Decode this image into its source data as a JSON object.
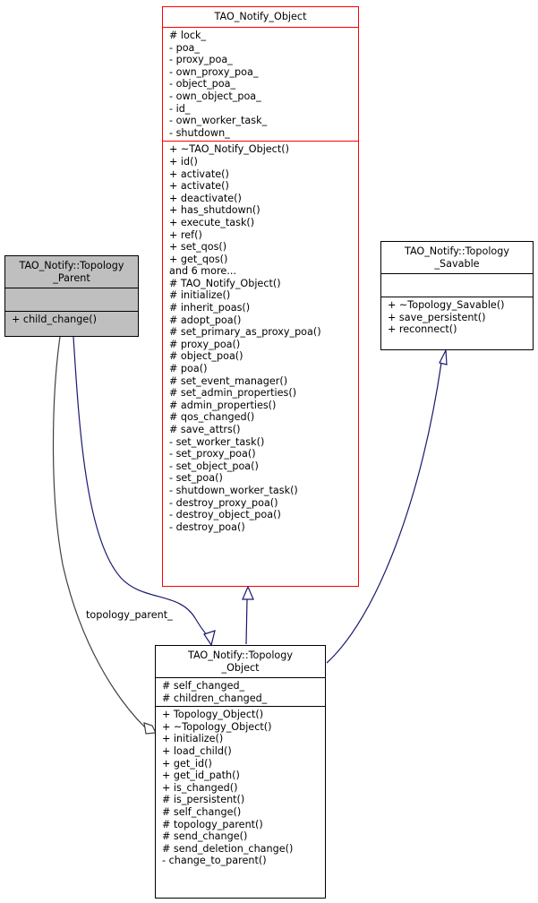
{
  "classes": {
    "notify_object": {
      "name": "TAO_Notify_Object",
      "attributes": [
        "# lock_",
        "- poa_",
        "- proxy_poa_",
        "- own_proxy_poa_",
        "- object_poa_",
        "- own_object_poa_",
        "- id_",
        "- own_worker_task_",
        "- shutdown_"
      ],
      "methods": [
        "+ ~TAO_Notify_Object()",
        "+ id()",
        "+ activate()",
        "+ activate()",
        "+ deactivate()",
        "+ has_shutdown()",
        "+ execute_task()",
        "+ ref()",
        "+ set_qos()",
        "+ get_qos()",
        "and 6 more...",
        "# TAO_Notify_Object()",
        "# initialize()",
        "# inherit_poas()",
        "# adopt_poa()",
        "# set_primary_as_proxy_poa()",
        "# proxy_poa()",
        "# object_poa()",
        "# poa()",
        "# set_event_manager()",
        "# set_admin_properties()",
        "# admin_properties()",
        "# qos_changed()",
        "# save_attrs()",
        "- set_worker_task()",
        "- set_proxy_poa()",
        "- set_object_poa()",
        "- set_poa()",
        "- shutdown_worker_task()",
        "- destroy_proxy_poa()",
        "- destroy_object_poa()",
        "- destroy_poa()"
      ]
    },
    "topology_parent": {
      "name_line1": "TAO_Notify::Topology",
      "name_line2": "_Parent",
      "attributes": [],
      "methods": [
        "+ child_change()"
      ]
    },
    "topology_savable": {
      "name_line1": "TAO_Notify::Topology",
      "name_line2": "_Savable",
      "attributes": [],
      "methods": [
        "+ ~Topology_Savable()",
        "+ save_persistent()",
        "+ reconnect()"
      ]
    },
    "topology_object": {
      "name_line1": "TAO_Notify::Topology",
      "name_line2": "_Object",
      "attributes": [
        "# self_changed_",
        "# children_changed_"
      ],
      "methods": [
        "+ Topology_Object()",
        "+ ~Topology_Object()",
        "+ initialize()",
        "+ load_child()",
        "+ get_id()",
        "+ get_id_path()",
        "+ is_changed()",
        "# is_persistent()",
        "# self_change()",
        "# topology_parent()",
        "# send_change()",
        "# send_deletion_change()",
        "- change_to_parent()"
      ]
    }
  },
  "edges": {
    "aggregation_label": "topology_parent_"
  },
  "colors": {
    "inheritance_edge": "#191970",
    "aggregation_edge": "#404040",
    "highlight_border": "#ff0000",
    "focus_fill": "#bfbfbf"
  }
}
